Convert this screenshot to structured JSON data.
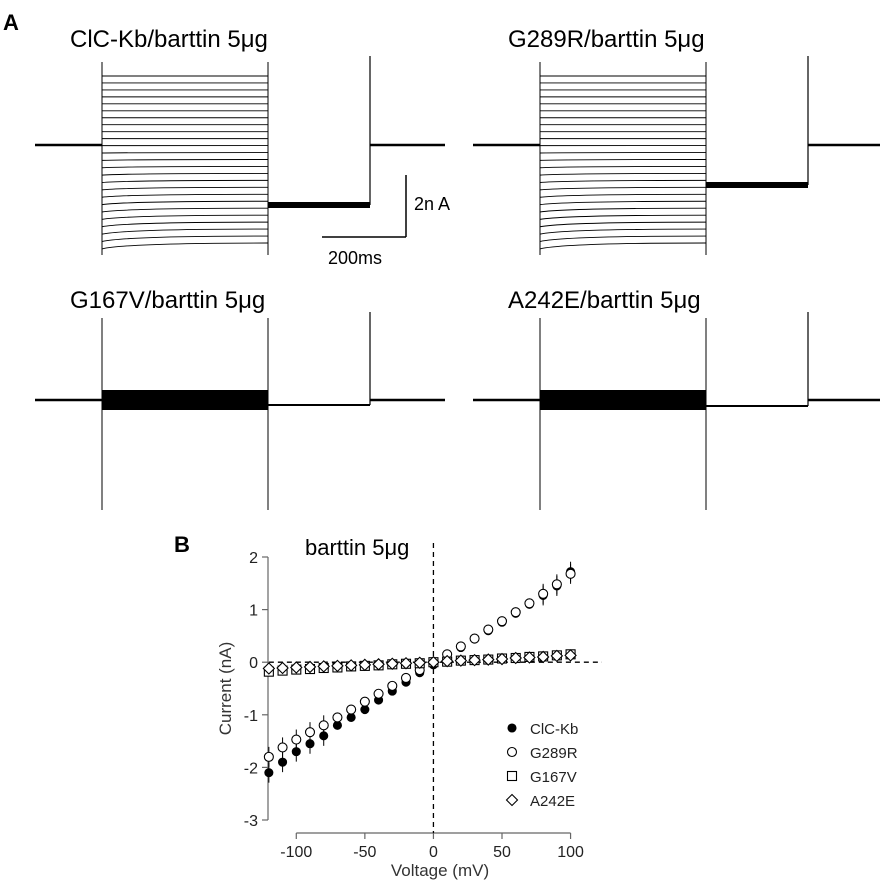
{
  "panel_a": {
    "letter": "A",
    "traces": [
      {
        "title": "ClC-Kb/barttin 5μg",
        "type": "large-graded",
        "sweeps": 25
      },
      {
        "title": "G289R/barttin 5μg",
        "type": "large-graded",
        "sweeps": 25
      },
      {
        "title": "G167V/barttin 5μg",
        "type": "small"
      },
      {
        "title": "A242E/barttin 5μg",
        "type": "small"
      }
    ],
    "scale_bar": {
      "current": "2n A",
      "time": "200ms"
    }
  },
  "panel_b": {
    "letter": "B",
    "title": "barttin 5μg"
  },
  "chart_data": {
    "type": "scatter",
    "title": "barttin 5μg",
    "xlabel": "Voltage (mV)",
    "ylabel": "Current (nA)",
    "xlim": [
      -125,
      120
    ],
    "ylim": [
      -3,
      2
    ],
    "xticks": [
      -100,
      -50,
      0,
      50,
      100
    ],
    "yticks": [
      -3,
      -2,
      -1,
      0,
      1,
      2
    ],
    "x": [
      -120,
      -110,
      -100,
      -90,
      -80,
      -70,
      -60,
      -50,
      -40,
      -30,
      -20,
      -10,
      0,
      10,
      20,
      30,
      40,
      50,
      60,
      70,
      80,
      90,
      100
    ],
    "series": [
      {
        "name": "ClC-Kb",
        "marker": "filled-circle",
        "values": [
          -2.1,
          -1.9,
          -1.7,
          -1.55,
          -1.4,
          -1.2,
          -1.05,
          -0.9,
          -0.72,
          -0.55,
          -0.38,
          -0.2,
          -0.05,
          0.12,
          0.28,
          0.44,
          0.6,
          0.76,
          0.93,
          1.1,
          1.27,
          1.45,
          1.72
        ]
      },
      {
        "name": "G289R",
        "marker": "open-circle",
        "values": [
          -1.8,
          -1.62,
          -1.47,
          -1.33,
          -1.2,
          -1.05,
          -0.9,
          -0.75,
          -0.6,
          -0.45,
          -0.3,
          -0.15,
          0.0,
          0.15,
          0.3,
          0.45,
          0.62,
          0.78,
          0.95,
          1.12,
          1.3,
          1.48,
          1.68
        ]
      },
      {
        "name": "G167V",
        "marker": "open-square",
        "values": [
          -0.18,
          -0.16,
          -0.14,
          -0.13,
          -0.11,
          -0.1,
          -0.08,
          -0.07,
          -0.06,
          -0.04,
          -0.03,
          -0.02,
          0.0,
          0.01,
          0.03,
          0.04,
          0.05,
          0.07,
          0.08,
          0.1,
          0.11,
          0.13,
          0.15
        ]
      },
      {
        "name": "A242E",
        "marker": "open-diamond",
        "values": [
          -0.12,
          -0.11,
          -0.1,
          -0.09,
          -0.08,
          -0.07,
          -0.06,
          -0.05,
          -0.04,
          -0.03,
          -0.02,
          -0.01,
          0.0,
          0.02,
          0.03,
          0.04,
          0.05,
          0.06,
          0.08,
          0.09,
          0.1,
          0.12,
          0.13
        ]
      }
    ],
    "reference_lines": {
      "vertical_x": 0,
      "horizontal_y": 0,
      "style": "dashed"
    },
    "legend": {
      "position": "lower-right"
    }
  },
  "colors": {
    "ink": "#000000",
    "axis": "#666666",
    "background": "#ffffff"
  }
}
